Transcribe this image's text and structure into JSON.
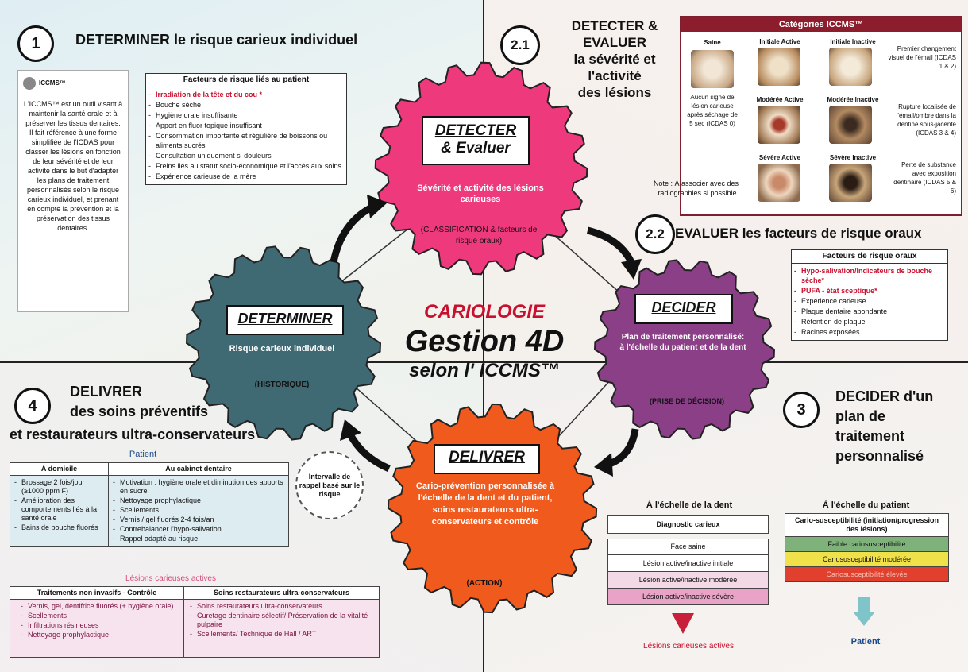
{
  "q1": {
    "number": "1",
    "title": "DETERMINER le risque carieux individuel",
    "logo_text": "ICCMS™",
    "intro": "L'ICCMS™ est un outil visant à maintenir la santé orale et à préserver les tissus dentaires. Il fait référence à une forme simplifiée de l'ICDAS pour classer les lésions en fonction de leur sévérité et de leur activité dans le but d'adapter les plans de traitement personnalisés selon le risque carieux individuel, et prenant en compte la prévention et la préservation des tissus dentaires.",
    "risk_title": "Facteurs de risque liés au patient",
    "risk_items": [
      "Irradiation de la tête et du cou *",
      "Bouche sèche",
      "Hygiène orale insuffisante",
      "Apport en fluor topique insuffisant",
      "Consommation importante et régulière de boissons ou aliments sucrés",
      "Consultation uniquement si douleurs",
      "Freins liés au statut socio-économique et l'accès aux soins",
      "Expérience carieuse de la mère"
    ]
  },
  "q2": {
    "number": "2.1",
    "title_lines": [
      "DETECTER &",
      "EVALUER",
      "la sévérité et",
      "l'activité",
      "des lésions"
    ],
    "cat_title": "Catégories ICCMS™",
    "saine_label": "Saine",
    "saine_text": "Aucun signe de lésion carieuse après séchage de 5 sec (ICDAS 0)",
    "rows": [
      {
        "a": "Initiale Active",
        "b": "Initiale Inactive",
        "desc": "Premier changement visuel de l'émail (ICDAS 1 & 2)"
      },
      {
        "a": "Modérée Active",
        "b": "Modérée Inactive",
        "desc": "Rupture localisée de l'émail/ombre dans la dentine sous-jacente (ICDAS 3 & 4)"
      },
      {
        "a": "Sévère Active",
        "b": "Sévère Inactive",
        "desc": "Perte de substance avec exposition dentinaire (ICDAS 5 & 6)"
      }
    ],
    "note": "Note : À associer avec des radiographies si possible.",
    "sub_number": "2.2",
    "sub_title": "EVALUER les facteurs de risque oraux",
    "oral_title": "Facteurs de risque oraux",
    "oral_items": [
      "Hypo-salivation/Indicateurs de bouche sèche*",
      "PUFA - état sceptique*",
      "Expérience carieuse",
      "Plaque dentaire abondante",
      "Rétention de plaque",
      "Racines exposées"
    ]
  },
  "center": {
    "line1": "CARIOLOGIE",
    "line2": "Gestion 4D",
    "line3": "selon l' ICCMS™"
  },
  "gears": {
    "detecter": {
      "title": "DETECTER",
      "sub": "& Evaluer",
      "text": "Sévérité et activité des lésions carieuses",
      "note": "(CLASSIFICATION & facteurs de risque oraux)"
    },
    "determiner": {
      "title": "DETERMINER",
      "text": "Risque carieux individuel",
      "note": "(HISTORIQUE)"
    },
    "decider": {
      "title": "DECIDER",
      "text": "Plan de traitement personnalisé: à l'échelle du patient et de la dent",
      "note": "(PRISE DE DÉCISION)"
    },
    "delivrer": {
      "title": "DELIVRER",
      "text": "Cario-prévention personnalisée à l'échelle de la dent et du patient, soins restaurateurs ultra-conservateurs et contrôle",
      "note": "(ACTION)"
    }
  },
  "interval_note": "Intervalle de rappel basé sur le risque",
  "q3": {
    "number": "3",
    "title_lines": [
      "DECIDER d'un",
      "plan de",
      "traitement",
      "personnalisé"
    ],
    "dent_title": "À l'échelle de la dent",
    "dent_rows": [
      "Diagnostic carieux",
      "Face saine",
      "Lésion active/inactive initiale",
      "Lésion active/inactive modérée",
      "Lésion active/inactive sévère"
    ],
    "dent_footer": "Lésions carieuses actives",
    "patient_title": "À l'échelle du patient",
    "patient_header": "Cario-susceptibilité (initiation/progression des lésions)",
    "patient_rows": [
      "Faible cariosusceptibilité",
      "Cariosusceptibilité modérée",
      "Cariosusceptibilité élevée"
    ],
    "patient_footer": "Patient",
    "colors": {
      "low": "#7fb27a",
      "mid": "#f0e04a",
      "high": "#e2402f"
    }
  },
  "q4": {
    "number": "4",
    "title_lines": [
      "DELIVRER",
      "des soins préventifs",
      "et restaurateurs ultra-conservateurs"
    ],
    "patient_label": "Patient",
    "col1_title": "A domicile",
    "col2_title": "Au cabinet dentaire",
    "col1_items": [
      "Brossage 2 fois/jour (≥1000 ppm F)",
      "Amélioration des comportements liés à la santé orale",
      "Bains de bouche fluorés"
    ],
    "col2_items": [
      "Motivation : hygiène orale et diminution des apports en sucre",
      "Nettoyage prophylactique",
      "Scellements",
      "Vernis / gel fluorés 2-4 fois/an",
      "Contrebalancer l'hypo-salivation",
      "Rappel adapté au risque"
    ],
    "lesions_label": "Lésions carieuses actives",
    "t2_col1": "Traitements non invasifs - Contrôle",
    "t2_col2": "Soins restaurateurs ultra-conservateurs",
    "t2_col1_items": [
      "Vernis, gel, dentifrice fluorés (+ hygiène orale)",
      "Scellements",
      "Infiltrations résineuses",
      "Nettoyage prophylactique"
    ],
    "t2_col2_items": [
      "Soins restaurateurs ultra-conservateurs",
      "Curetage dentinaire sélectif/ Préservation de la vitalité pulpaire",
      "Scellements/ Technique de Hall / ART"
    ]
  },
  "palette": {
    "pink_gear": "#ee3a7d",
    "teal_gear": "#3f6a74",
    "purple_gear": "#8a3f86",
    "orange_gear": "#f05a1c",
    "accent_red": "#c8102e"
  }
}
